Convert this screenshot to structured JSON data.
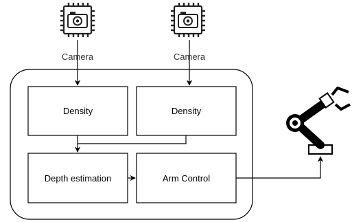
{
  "cameras": [
    {
      "label": "Camera",
      "icon": "camera-chip-icon"
    },
    {
      "label": "Camera",
      "icon": "camera-chip-icon"
    }
  ],
  "blocks": {
    "density_left": "Density",
    "density_right": "Density",
    "depth_estimation": "Depth estimation",
    "arm_control": "Arm Control"
  },
  "output": {
    "icon": "robot-arm-icon"
  }
}
